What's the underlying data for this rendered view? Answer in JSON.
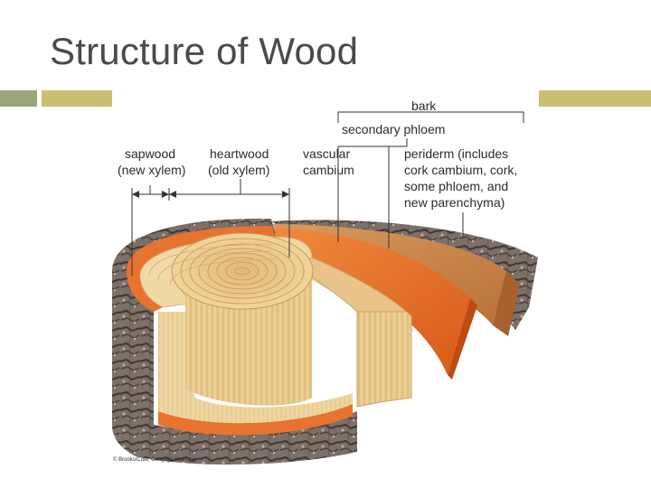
{
  "slide": {
    "title": "Structure of Wood",
    "accent_color": "#c8bf73",
    "accent_square_color": "#9aa57a"
  },
  "diagram": {
    "labels": {
      "bark": "bark",
      "secondary_phloem": "secondary phloem",
      "sapwood": [
        "sapwood",
        "(new xylem)"
      ],
      "heartwood": [
        "heartwood",
        "(old xylem)"
      ],
      "vascular_cambium": [
        "vascular",
        "cambium"
      ],
      "periderm": [
        "periderm (includes",
        "cork cambium, cork,",
        "some phloem, and",
        "new parenchyma)"
      ]
    },
    "credit": "© Brooks/Cole, Cengage Learning"
  }
}
